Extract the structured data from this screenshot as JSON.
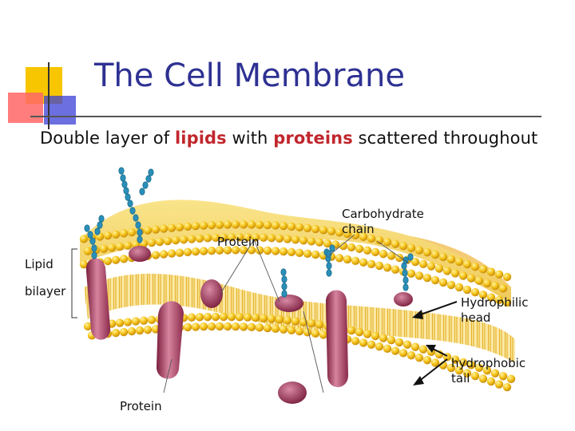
{
  "title": "The Cell Membrane",
  "subtitle": {
    "before": "Double layer of ",
    "lipids": "lipids",
    "middle": " with ",
    "proteins": "proteins",
    "after": " scattered throughout"
  },
  "labels": {
    "protein_top": "Protein",
    "carbohydrate_line1": "Carbohydrate",
    "carbohydrate_line2": "chain",
    "lipid_line1": "Lipid",
    "lipid_line2": "bilayer",
    "hydrophilic_line1": "Hydrophilic",
    "hydrophilic_line2": "head",
    "hydrophobic_line1": "hydrophobic",
    "hydrophobic_line2": "tail",
    "protein_bottom": "Protein"
  },
  "colors": {
    "title": "#2e3192",
    "highlight": "#c1272d",
    "deco_yellow": "#f7c600",
    "deco_red": "#ff5a5a",
    "deco_blue": "#3a3fd6",
    "lipid_head": "#f2c21a",
    "protein": "#b34a6b",
    "carbohydrate": "#2a8fb8"
  }
}
